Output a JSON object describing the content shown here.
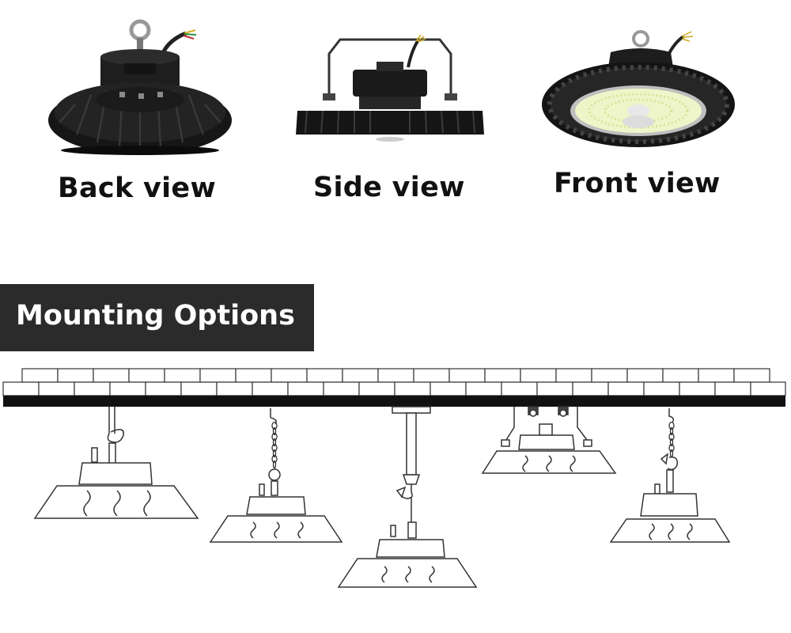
{
  "views": {
    "back": "Back view",
    "side": "Side view",
    "front": "Front view"
  },
  "mounting": {
    "title": "Mounting Options"
  },
  "colors": {
    "fixture_body": "#161616",
    "banner_bg": "#2b2b2b",
    "led_glow": "#eef5c8",
    "drawing_line": "#333333"
  }
}
